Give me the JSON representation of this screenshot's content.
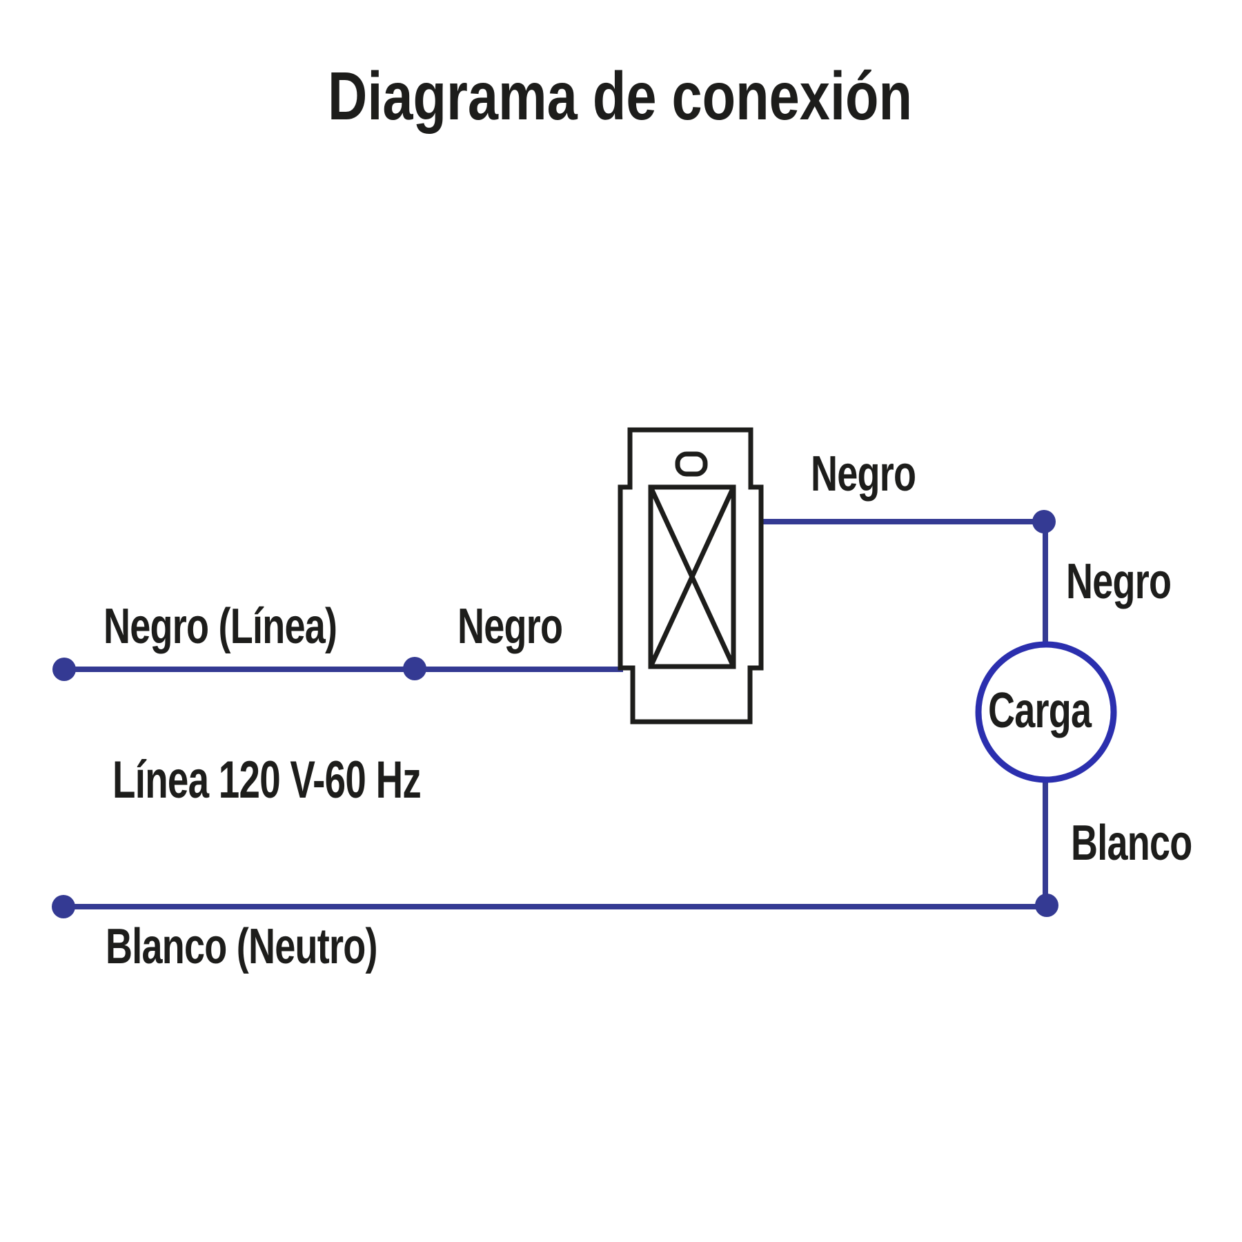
{
  "title": "Diagrama de conexión",
  "diagram": {
    "labels": {
      "line_in": "Negro (Línea)",
      "negro_mid": "Negro",
      "negro_switch_out": "Negro",
      "negro_load_in": "Negro",
      "load": "Carga",
      "blanco_load_out": "Blanco",
      "neutral": "Blanco (Neutro)",
      "line_spec": "Línea 120 V-60 Hz"
    },
    "colors": {
      "wire": "#343a93",
      "load_outline": "#2b2fae",
      "ink": "#1d1d1b",
      "background": "#ffffff"
    }
  }
}
